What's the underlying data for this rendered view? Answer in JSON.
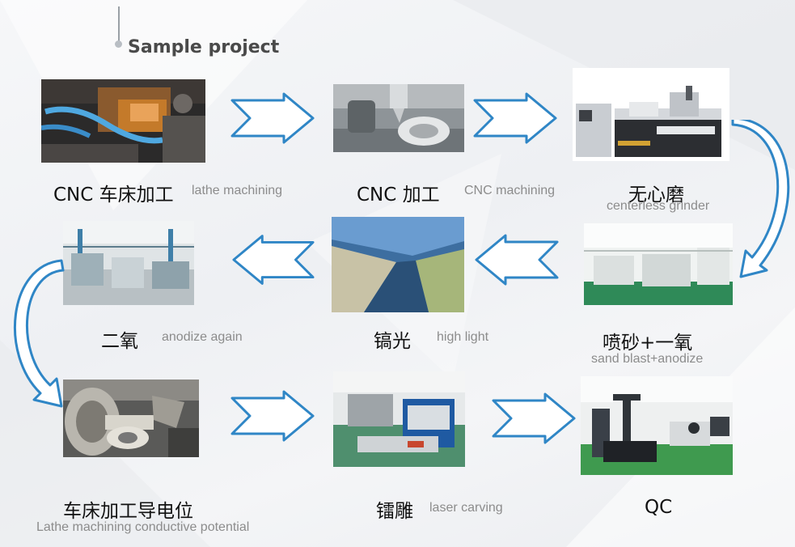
{
  "title": "Sample project",
  "colors": {
    "arrow_stroke": "#2f86c6",
    "arrow_fill": "#ffffff",
    "title": "#4a4a4a"
  },
  "steps": [
    {
      "zh": "CNC 车床加工",
      "en": "lathe machining",
      "photo": "cnc-lathe-photo"
    },
    {
      "zh": "CNC 加工",
      "en": "CNC machining",
      "photo": "cnc-machining-photo"
    },
    {
      "zh": "无心磨",
      "en": "centerless grinder",
      "photo": "centerless-grinder-photo"
    },
    {
      "zh": "喷砂+一氧",
      "en": "sand blast+anodize",
      "photo": "sand-blast-workshop-photo"
    },
    {
      "zh": "镐光",
      "en": "high light",
      "photo": "high-light-edge-photo"
    },
    {
      "zh": "二氧",
      "en": "anodize again",
      "photo": "anodize-line-photo"
    },
    {
      "zh": "车床加工导电位",
      "en": "Lathe machining conductive potential",
      "photo": "conductive-lathe-photo"
    },
    {
      "zh": "镭雕",
      "en": "laser carving",
      "photo": "laser-carving-photo"
    },
    {
      "zh": "QC",
      "en": "",
      "photo": "qc-lab-photo"
    }
  ]
}
